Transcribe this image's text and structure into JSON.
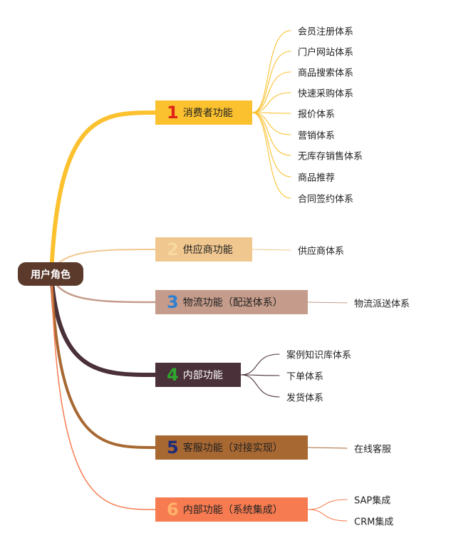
{
  "root": {
    "label": "用户角色"
  },
  "branches": [
    {
      "num": "1",
      "label": "消费者功能",
      "color": "#fbc12f",
      "num_color": "#e02418",
      "text_color": "#222222",
      "leaves": [
        "会员注册体系",
        "门户网站体系",
        "商品搜索体系",
        "快速采购体系",
        "报价体系",
        "营销体系",
        "无库存销售体系",
        "商品推荐",
        "合同签约体系"
      ]
    },
    {
      "num": "2",
      "label": "供应商功能",
      "color": "#f0c78f",
      "num_color": "#f7d89f",
      "text_color": "#222222",
      "leaves": [
        "供应商体系"
      ]
    },
    {
      "num": "3",
      "label": "物流功能（配送体系）",
      "color": "#c59c8b",
      "num_color": "#2f7fd0",
      "text_color": "#222222",
      "leaves": [
        "物流派送体系"
      ]
    },
    {
      "num": "4",
      "label": "内部功能",
      "color": "#4a3038",
      "num_color": "#2ea82e",
      "text_color": "#ffffff",
      "leaves": [
        "案例知识库体系",
        "下单体系",
        "发货体系"
      ]
    },
    {
      "num": "5",
      "label": "客服功能（对接实现）",
      "color": "#a86832",
      "num_color": "#1f2b78",
      "text_color": "#222222",
      "leaves": [
        "在线客服"
      ]
    },
    {
      "num": "6",
      "label": "内部功能（系统集成）",
      "color": "#f77b50",
      "num_color": "#ffb26b",
      "text_color": "#222222",
      "leaves": [
        "SAP集成",
        "CRM集成"
      ]
    }
  ]
}
